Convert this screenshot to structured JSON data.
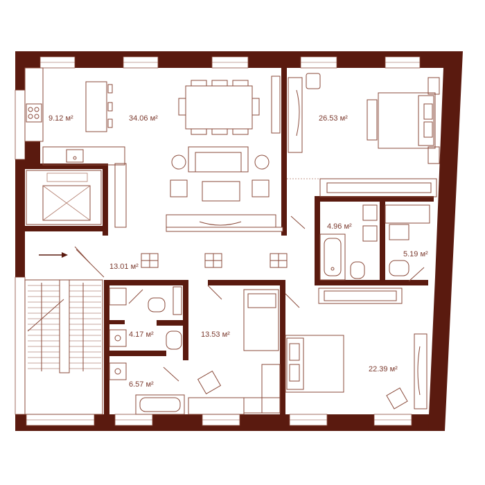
{
  "colors": {
    "wall": "#5a1a0f",
    "line": "#8a4a3a",
    "text": "#7b3a2e"
  },
  "rooms": [
    {
      "id": "kitchen",
      "area": "9.12 м²"
    },
    {
      "id": "living",
      "area": "34.06 м²"
    },
    {
      "id": "bedroom-top-right",
      "area": "26.53 м²"
    },
    {
      "id": "bath-small-top",
      "area": "4.96 м²"
    },
    {
      "id": "bath-right",
      "area": "5.19 м²"
    },
    {
      "id": "hall",
      "area": "13.01 м²"
    },
    {
      "id": "wc-small",
      "area": "4.17 м²"
    },
    {
      "id": "bedroom-middle",
      "area": "13.53 м²"
    },
    {
      "id": "bath-left",
      "area": "6.57 м²"
    },
    {
      "id": "bedroom-bottom-right",
      "area": "22.39 м²"
    }
  ]
}
